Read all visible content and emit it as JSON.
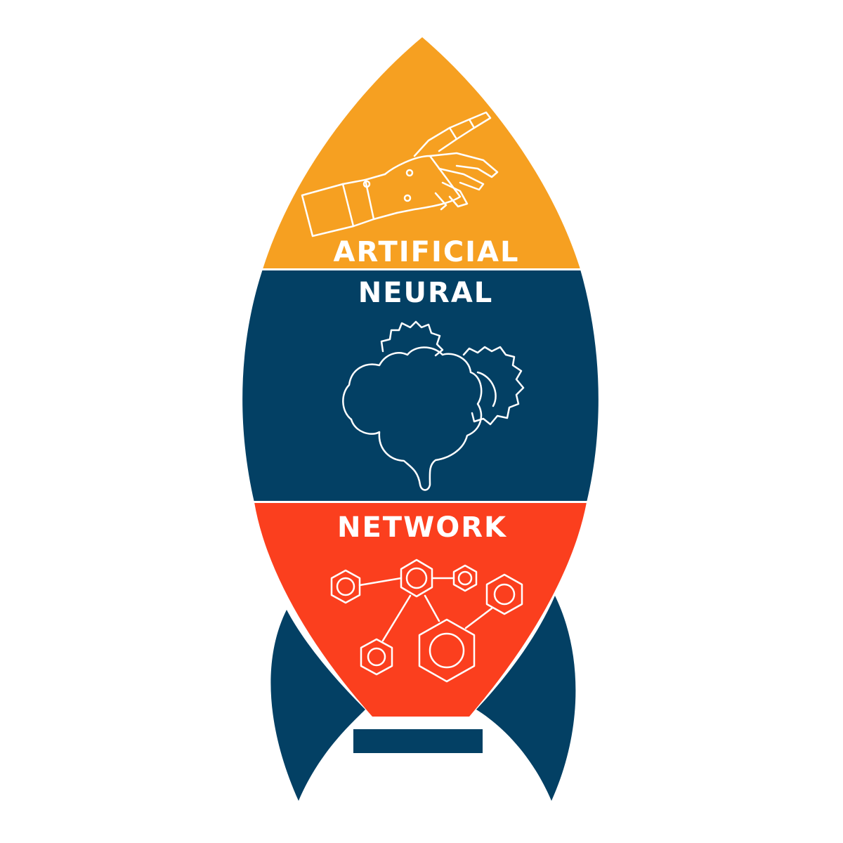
{
  "colors": {
    "background": "#ffffff",
    "nose": "#f6a021",
    "middle": "#034064",
    "bottom": "#fb3f1e",
    "fins": "#034064",
    "nozzle": "#034064",
    "line_art": "#ffffff"
  },
  "sections": [
    {
      "label": "ARTIFICIAL",
      "icon": "robot-hand-icon"
    },
    {
      "label": "NEURAL",
      "icon": "brain-gears-icon"
    },
    {
      "label": "NETWORK",
      "icon": "molecule-network-icon"
    }
  ]
}
